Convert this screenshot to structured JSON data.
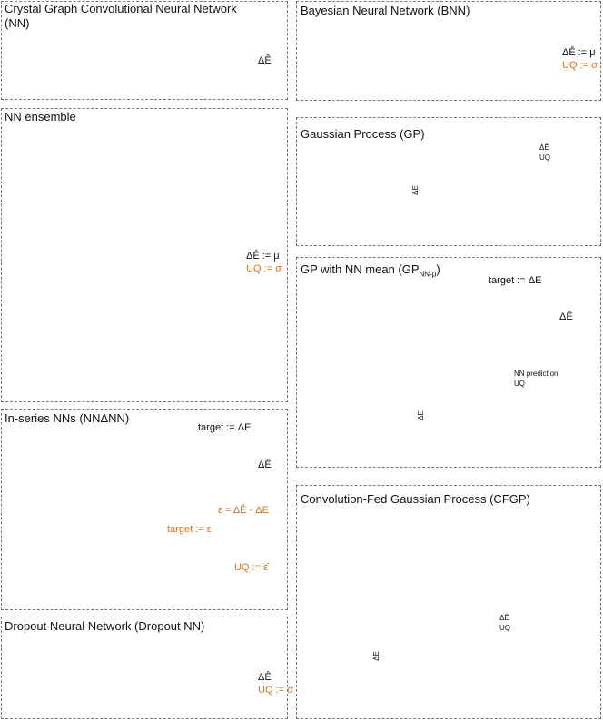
{
  "panels": {
    "cgcnn": {
      "title": "Crystal Graph Convolutional Neural Network",
      "title_line2": "(NN)",
      "output": "ΔÊ"
    },
    "ensemble": {
      "title": "NN ensemble",
      "output_mu": "ΔÊ := μ",
      "output_sigma": "UQ := σ"
    },
    "inseries": {
      "title": "In-series NNs (NNΔNN)",
      "target1": "target := ΔE",
      "output1": "ΔÊ",
      "residual": "ε = ΔÊ - ΔE",
      "target2": "target := ε",
      "output2": "UQ := ε̂"
    },
    "dropout": {
      "title": "Dropout Neural Network (Dropout NN)",
      "output_mu": "ΔÊ",
      "output_sigma": "UQ := σ"
    },
    "bnn": {
      "title": "Bayesian Neural Network (BNN)",
      "output_mu": "ΔÊ := μ",
      "output_sigma": "UQ := σ"
    },
    "gp": {
      "title": "Gaussian Process (GP)",
      "legend_mean": "ΔÊ",
      "legend_band": "UQ",
      "ylabel": "ΔE"
    },
    "gpnn": {
      "title": "GP with NN mean (GP",
      "title_sub": "NN-μ",
      "title_end": ")",
      "target": "target := ΔE",
      "output": "ΔÊ",
      "legend_mean": "NN prediction",
      "legend_band": "UQ",
      "ylabel": "ΔE"
    },
    "cfgp": {
      "title": "Convolution-Fed Gaussian Process (CFGP)",
      "legend_mean": "ΔÊ",
      "legend_band": "UQ",
      "ylabel": "ΔE"
    }
  },
  "colors": {
    "accent": "#d9701e",
    "band": "#f5c36b",
    "slab": "#c98a3a",
    "atom": "#b9a6a6",
    "adsorbate_o": "#e8201a",
    "adsorbate_c": "#8c8c8c"
  }
}
